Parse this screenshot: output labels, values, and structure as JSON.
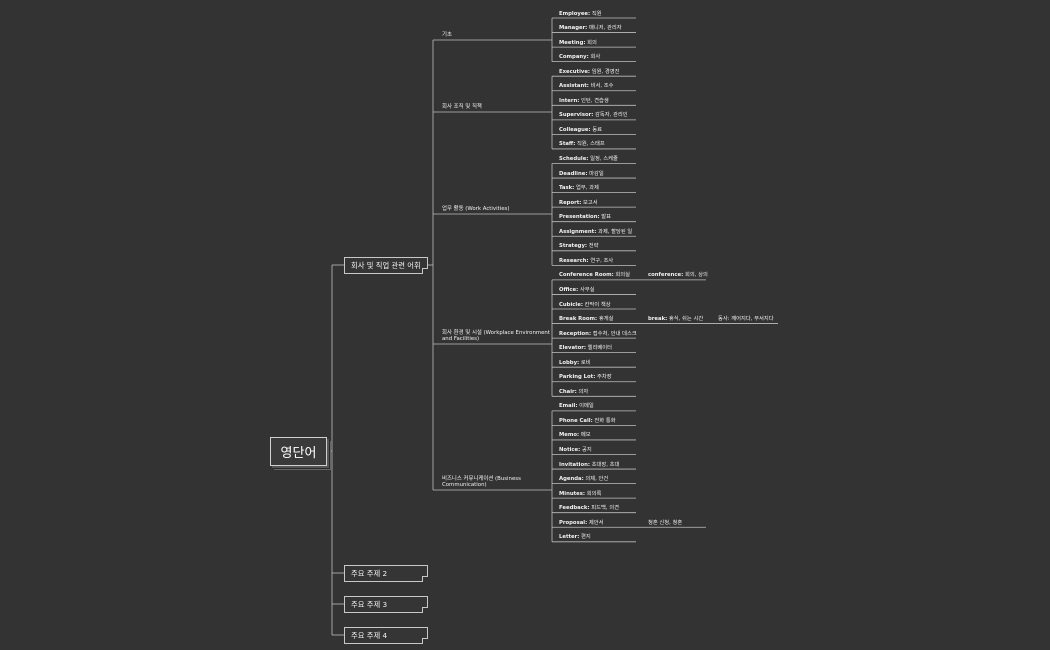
{
  "root": {
    "label": "영단어"
  },
  "main_topic": {
    "label": "회사 및 직업 관련 어휘"
  },
  "other_topics": [
    "주요 주제 2",
    "주요 주제 3",
    "주요 주제 4"
  ],
  "categories": [
    {
      "label": "기초",
      "items": [
        {
          "en": "Employee:",
          "ko": " 직원"
        },
        {
          "en": "Manager:",
          "ko": " 매니저, 관리자"
        },
        {
          "en": "Meeting:",
          "ko": " 회의"
        },
        {
          "en": "Company:",
          "ko": " 회사"
        }
      ]
    },
    {
      "label": "회사 조직 및 직책",
      "items": [
        {
          "en": "Executive:",
          "ko": " 임원, 경영진"
        },
        {
          "en": "Assistant:",
          "ko": " 비서, 조수"
        },
        {
          "en": "Intern:",
          "ko": " 인턴, 견습생"
        },
        {
          "en": "Supervisor:",
          "ko": " 감독자, 관리인"
        },
        {
          "en": "Colleague:",
          "ko": " 동료"
        },
        {
          "en": "Staff:",
          "ko": " 직원, 스태프"
        }
      ]
    },
    {
      "label": "업무 활동 (Work Activities)",
      "items": [
        {
          "en": "Schedule:",
          "ko": " 일정, 스케줄"
        },
        {
          "en": "Deadline:",
          "ko": " 마감일"
        },
        {
          "en": "Task:",
          "ko": " 업무, 과제"
        },
        {
          "en": "Report:",
          "ko": " 보고서"
        },
        {
          "en": "Presentation:",
          "ko": " 발표"
        },
        {
          "en": "Assignment:",
          "ko": " 과제, 할당된 일"
        },
        {
          "en": "Strategy:",
          "ko": " 전략"
        },
        {
          "en": "Research:",
          "ko": " 연구, 조사"
        }
      ]
    },
    {
      "label": "회사 환경 및 시설 (Workplace Environment and Facilities)",
      "items": [
        {
          "en": "Conference Room:",
          "ko": " 회의실",
          "sub": [
            {
              "en": "conference:",
              "ko": " 회의, 상의"
            }
          ]
        },
        {
          "en": "Office:",
          "ko": " 사무실"
        },
        {
          "en": "Cubicle:",
          "ko": " 칸막이 책상"
        },
        {
          "en": "Break Room:",
          "ko": " 휴게실",
          "sub": [
            {
              "en": "break:",
              "ko": " 휴식, 쉬는 시간"
            },
            {
              "en": "",
              "ko": "동사: 깨어지다, 부서지다"
            }
          ]
        },
        {
          "en": "Reception:",
          "ko": " 접수처, 안내 데스크"
        },
        {
          "en": "Elevator:",
          "ko": " 엘리베이터"
        },
        {
          "en": "Lobby:",
          "ko": " 로비"
        },
        {
          "en": "Parking Lot:",
          "ko": " 주차장"
        },
        {
          "en": "Chair:",
          "ko": " 의자"
        }
      ]
    },
    {
      "label": "비즈니스 커뮤니케이션 (Business Communication)",
      "items": [
        {
          "en": "Email:",
          "ko": " 이메일"
        },
        {
          "en": "Phone Call:",
          "ko": " 전화 통화"
        },
        {
          "en": "Memo:",
          "ko": " 메모"
        },
        {
          "en": "Notice:",
          "ko": " 공지"
        },
        {
          "en": "Invitation:",
          "ko": " 초대장, 초대"
        },
        {
          "en": "Agenda:",
          "ko": " 의제, 안건"
        },
        {
          "en": "Minutes:",
          "ko": " 회의록"
        },
        {
          "en": "Feedback:",
          "ko": " 피드백, 의견"
        },
        {
          "en": "Proposal:",
          "ko": " 제안서",
          "sub": [
            {
              "en": "",
              "ko": "청혼 신청, 청혼"
            }
          ]
        },
        {
          "en": "Letter:",
          "ko": " 편지"
        }
      ]
    }
  ],
  "colors": {
    "background": "#333333",
    "line": "#bfbfbf",
    "text": "#f2f2f2"
  }
}
